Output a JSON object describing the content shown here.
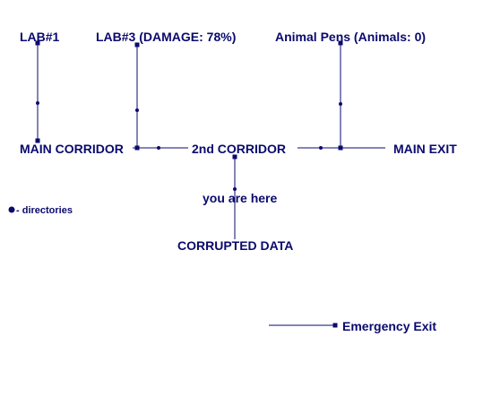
{
  "colors": {
    "ink": "#0a0a6e",
    "background": "#ffffff"
  },
  "nodes": {
    "lab1": "LAB#1",
    "lab3": "LAB#3 (DAMAGE: 78%)",
    "animal_pens": "Animal Pens (Animals: 0)",
    "main_corridor": "MAIN CORRIDOR",
    "second_corridor": "2nd CORRIDOR",
    "main_exit": "MAIN EXIT",
    "you_are_here": "you are here",
    "corrupted_data": "CORRUPTED DATA",
    "emergency_exit": "Emergency Exit"
  },
  "legend": {
    "icon": "dot-marker-icon",
    "label": "- directories"
  }
}
